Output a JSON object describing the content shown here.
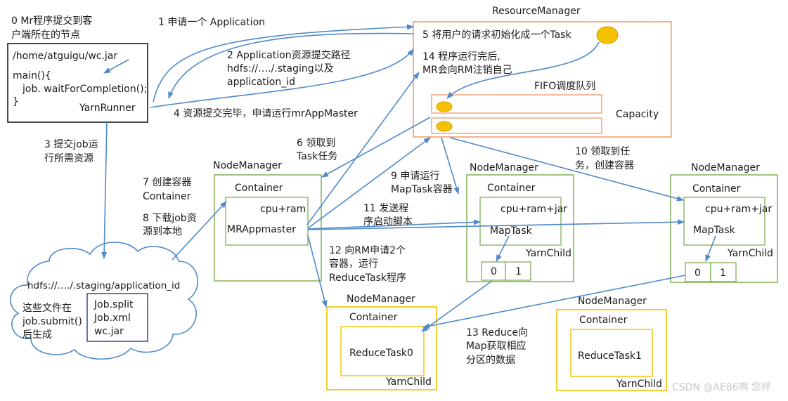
{
  "client": {
    "title_line1": "0 Mr程序提交到客",
    "title_line2": "户端所在的节点",
    "jar_path": "/home/atguigu/wc.jar",
    "code_line1": "main(){",
    "code_line2": "job. waitForCompletion();",
    "code_line3": "}",
    "runner": "YarnRunner"
  },
  "steps": {
    "s1": "1 申请一个 Application",
    "s2_line1": "2 Application资源提交路径",
    "s2_line2": "hdfs://…./.staging以及",
    "s2_line3": "application_id",
    "s3_line1": "3 提交job运",
    "s3_line2": "行所需资源",
    "s4": "4 资源提交完毕，申请运行mrAppMaster",
    "s5": "5 将用户的请求初始化成一个Task",
    "s6_line1": "6 领取到",
    "s6_line2": "Task任务",
    "s7_line1": "7 创建容器",
    "s7_line2": "Container",
    "s8_line1": "8 下载job资",
    "s8_line2": "源到本地",
    "s9_line1": "9 申请运行",
    "s9_line2": "MapTask容器",
    "s10_line1": "10 领取到任",
    "s10_line2": "务，创建容器",
    "s11_line1": "11 发送程",
    "s11_line2": "序启动脚本",
    "s12_line1": "12 向RM申请2个",
    "s12_line2": "容器，运行",
    "s12_line3": "ReduceTask程序",
    "s13_line1": "13 Reduce向",
    "s13_line2": "Map获取相应",
    "s13_line3": "分区的数据",
    "s14_line1": "14 程序运行完后,",
    "s14_line2": "MR会向RM注销自己"
  },
  "resource_manager": {
    "title": "ResourceManager",
    "queue_label": "FIFO调度队列",
    "capacity": "Capacity"
  },
  "node_manager_app": {
    "title": "NodeManager",
    "container": "Container",
    "resources": "cpu+ram",
    "app": "MRAppmaster"
  },
  "node_manager_map1": {
    "title": "NodeManager",
    "container": "Container",
    "resources": "cpu+ram+jar",
    "task": "MapTask",
    "child": "YarnChild",
    "part0": "0",
    "part1": "1"
  },
  "node_manager_map2": {
    "title": "NodeManager",
    "container": "Container",
    "resources": "cpu+ram+jar",
    "task": "MapTask",
    "child": "YarnChild",
    "part0": "0",
    "part1": "1"
  },
  "node_manager_reduce0": {
    "title": "NodeManager",
    "container": "Container",
    "task": "ReduceTask0",
    "child": "YarnChild"
  },
  "node_manager_reduce1": {
    "title": "NodeManager",
    "container": "Container",
    "task": "ReduceTask1",
    "child": "YarnChild"
  },
  "hdfs": {
    "path": "hdfs://…./.staging/application_id",
    "note_line1": "这些文件在",
    "note_line2": "job.submit()",
    "note_line3": "后生成",
    "file1": "Job.split",
    "file2": "Job.xml",
    "file3": "wc.jar"
  },
  "watermark": "CSDN @AE86啊 您样",
  "colors": {
    "arrow": "#4f8ac9",
    "resource_manager_border": "#f0a070",
    "node_manager_border": "#8ab560",
    "reduce_border": "#f2c200",
    "task_circle": "#f5c200",
    "client_border": "#1a1a1a"
  }
}
